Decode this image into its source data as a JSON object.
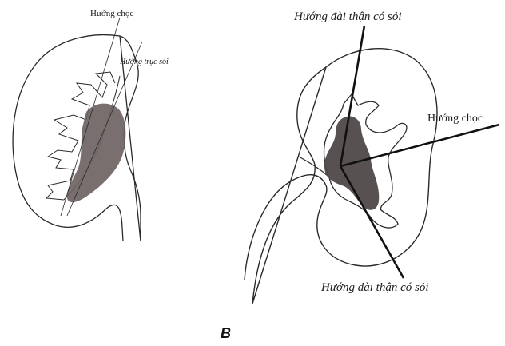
{
  "figure": {
    "left_panel": {
      "label_needle_direction": "Hướng chọc",
      "label_stone_axis": "Hướng trục sỏi",
      "stone_color": "#6e6363"
    },
    "right_panel": {
      "label_calyx_top": "Hướng đài thận có sỏi",
      "label_needle_direction": "Hướng chọc",
      "label_calyx_bottom": "Hướng đài thận có sỏi",
      "stone_color": "#4f4848"
    },
    "panel_letter": "B"
  }
}
